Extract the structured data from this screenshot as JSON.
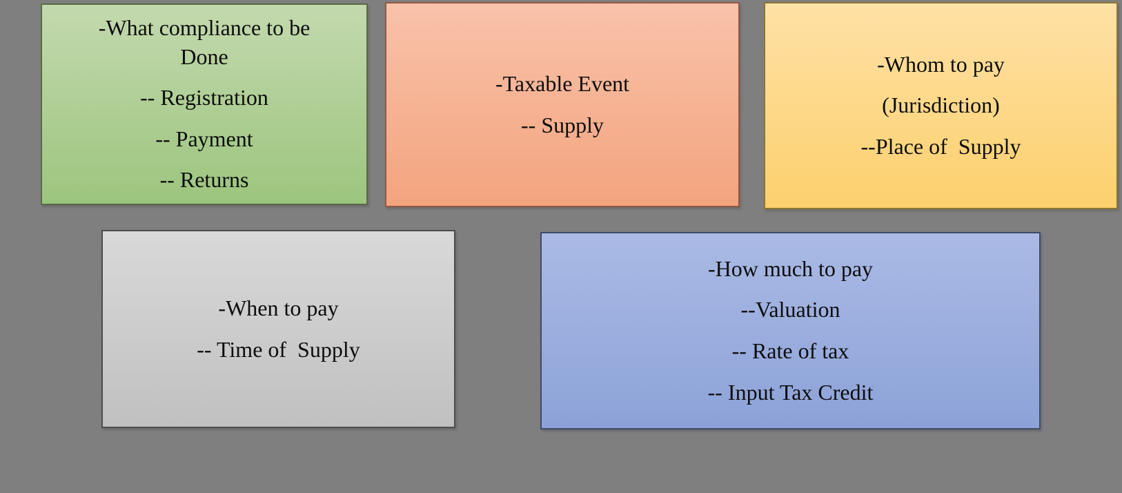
{
  "background_color": "#7f7f7f",
  "text_color": "#0d0d0d",
  "boxes": [
    {
      "id": "what-compliance",
      "fill_top": "#c3d9ae",
      "fill_bottom": "#9cc57e",
      "border_color": "#5a6b47",
      "lines": [
        "-What compliance to be\nDone",
        "-- Registration",
        "-- Payment",
        "-- Returns"
      ]
    },
    {
      "id": "taxable-event",
      "fill_top": "#f9c2aa",
      "fill_bottom": "#f3a47e",
      "border_color": "#945741",
      "lines": [
        "-Taxable Event",
        "-- Supply"
      ]
    },
    {
      "id": "whom-to-pay",
      "fill_top": "#ffe1a6",
      "fill_bottom": "#fcd06d",
      "border_color": "#8c7434",
      "lines": [
        "-Whom to pay",
        "(Jurisdiction)",
        "--Place of  Supply"
      ]
    },
    {
      "id": "when-to-pay",
      "fill_top": "#d9d9d9",
      "fill_bottom": "#c0c0c0",
      "border_color": "#4c4c4c",
      "lines": [
        "-When to pay",
        "-- Time of  Supply"
      ]
    },
    {
      "id": "how-much-to-pay",
      "fill_top": "#abbae5",
      "fill_bottom": "#8ca2d8",
      "border_color": "#3d4b68",
      "lines": [
        "-How much to pay",
        "--Valuation",
        "-- Rate of tax",
        "-- Input Tax Credit"
      ]
    }
  ]
}
